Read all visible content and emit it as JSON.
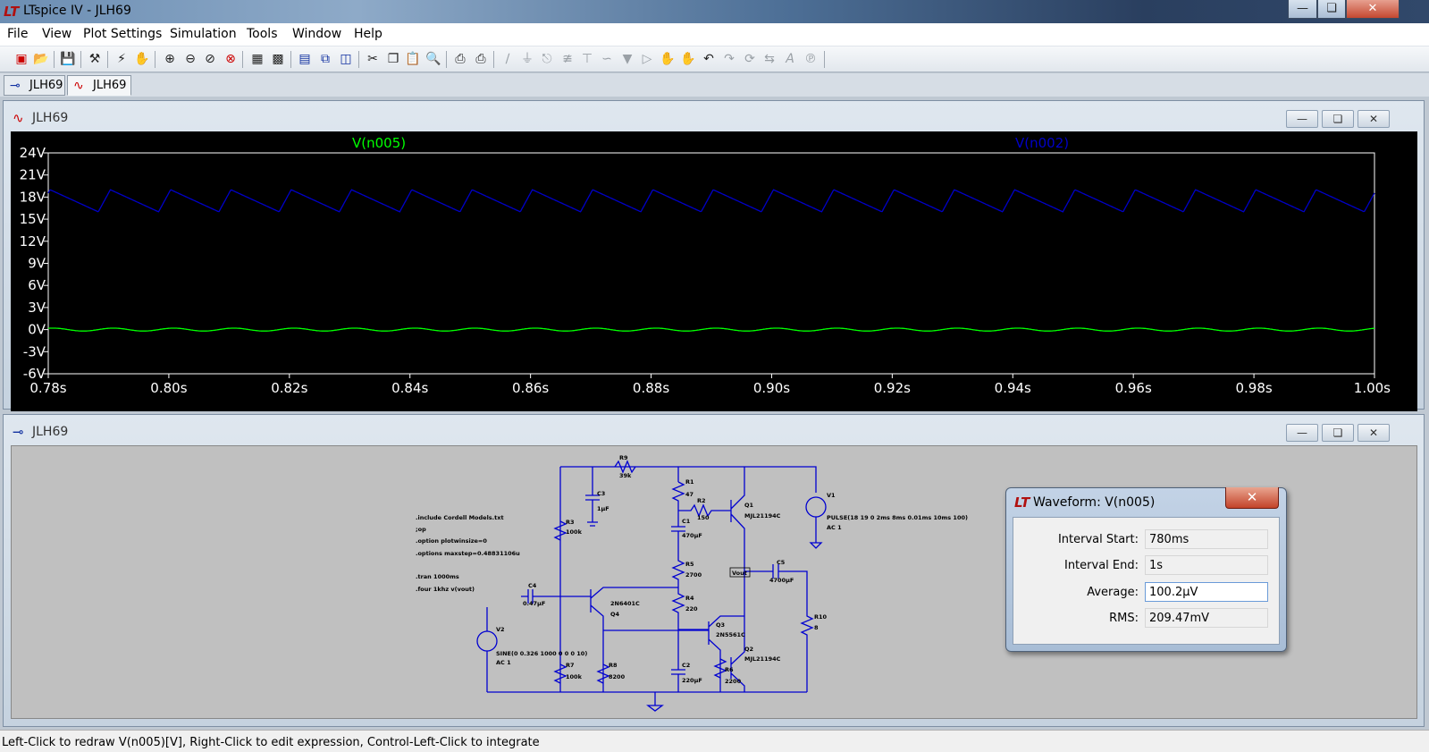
{
  "window": {
    "title": "LTspice IV - JLH69"
  },
  "menu": [
    "File",
    "View",
    "Plot Settings",
    "Simulation",
    "Tools",
    "Window",
    "Help"
  ],
  "toolbar_icons": [
    "new-schematic-icon",
    "open-icon",
    "save-icon",
    "control-panel-icon",
    "run-icon",
    "halt-icon",
    "zoom-in-icon",
    "zoom-out-icon",
    "zoom-fit-icon",
    "zoom-cancel-icon",
    "autorange-icon",
    "plot-settings-icon",
    "tile-horizontal-icon",
    "cascade-icon",
    "tile-vertical-icon",
    "cut-icon",
    "copy-icon",
    "paste-icon",
    "find-icon",
    "print-setup-icon",
    "print-icon",
    "wire-icon",
    "ground-icon",
    "label-icon",
    "resistor-icon",
    "capacitor-icon",
    "inductor-icon",
    "diode-icon",
    "component-icon",
    "move-icon",
    "drag-icon",
    "undo-icon",
    "redo-icon",
    "rotate-icon",
    "mirror-icon",
    "text-icon",
    "spice-directive-icon"
  ],
  "tabs": [
    {
      "label": "JLH69",
      "icon": "schematic-icon"
    },
    {
      "label": "JLH69",
      "icon": "waveform-icon"
    }
  ],
  "plot_window": {
    "title": "JLH69"
  },
  "schematic_window": {
    "title": "JLH69"
  },
  "chart_data": {
    "type": "line",
    "series": [
      {
        "name": "V(n005)",
        "color": "#00ff00",
        "shape": "small ripple around 0V",
        "min": -0.2,
        "max": 0.2,
        "period_s": 0.01
      },
      {
        "name": "V(n002)",
        "color": "#0000c8",
        "shape": "sawtooth",
        "min": 16.0,
        "max": 19.0,
        "period_s": 0.01
      }
    ],
    "x_ticks": [
      "0.78s",
      "0.80s",
      "0.82s",
      "0.84s",
      "0.86s",
      "0.88s",
      "0.90s",
      "0.92s",
      "0.94s",
      "0.96s",
      "0.98s",
      "1.00s"
    ],
    "y_ticks": [
      "24V",
      "21V",
      "18V",
      "15V",
      "12V",
      "9V",
      "6V",
      "3V",
      "0V",
      "-3V",
      "-6V"
    ],
    "xlim": [
      0.78,
      1.0
    ],
    "ylim": [
      -6,
      24
    ],
    "background": "#000000",
    "grid": false
  },
  "schematic": {
    "directives": [
      ".include Cordell Models.txt",
      ";op",
      ".option plotwinsize=0",
      ".options maxstep=0.48831106u",
      ".tran 1000ms",
      ".four 1khz v(vout)"
    ],
    "components": [
      {
        "ref": "R9",
        "value": "39k"
      },
      {
        "ref": "C3",
        "value": "1µF"
      },
      {
        "ref": "R3",
        "value": "100k"
      },
      {
        "ref": "R1",
        "value": "47"
      },
      {
        "ref": "R2",
        "value": "150"
      },
      {
        "ref": "C1",
        "value": "470µF"
      },
      {
        "ref": "Q1",
        "value": "MJL21194C"
      },
      {
        "ref": "V1",
        "value": "PULSE(18 19 0 2ms 8ms 0.01ms 10ms 100)",
        "extra": "AC 1"
      },
      {
        "ref": "C4",
        "value": "0.47µF"
      },
      {
        "ref": "R5",
        "value": "2700"
      },
      {
        "ref": "C5",
        "value": "4700µF"
      },
      {
        "ref": "Q4",
        "value": "2N6401C"
      },
      {
        "ref": "R4",
        "value": "220"
      },
      {
        "ref": "Q3",
        "value": "2N5561C"
      },
      {
        "ref": "R10",
        "value": "8"
      },
      {
        "ref": "V2",
        "value": "SINE(0 0.326 1000 0 0 0 10)",
        "extra": "AC 1"
      },
      {
        "ref": "Q2",
        "value": "MJL21194C"
      },
      {
        "ref": "R7",
        "value": "100k"
      },
      {
        "ref": "R8",
        "value": "8200"
      },
      {
        "ref": "C2",
        "value": "220µF"
      },
      {
        "ref": "R6",
        "value": "2200"
      }
    ],
    "net_label": "Vout"
  },
  "dialog": {
    "title": "Waveform: V(n005)",
    "rows": [
      {
        "label": "Interval Start:",
        "value": "780ms"
      },
      {
        "label": "Interval End:",
        "value": "1s"
      },
      {
        "label": "Average:",
        "value": "100.2µV"
      },
      {
        "label": "RMS:",
        "value": "209.47mV"
      }
    ]
  },
  "status": "Left-Click to redraw V(n005)[V], Right-Click to edit expression, Control-Left-Click to integrate"
}
